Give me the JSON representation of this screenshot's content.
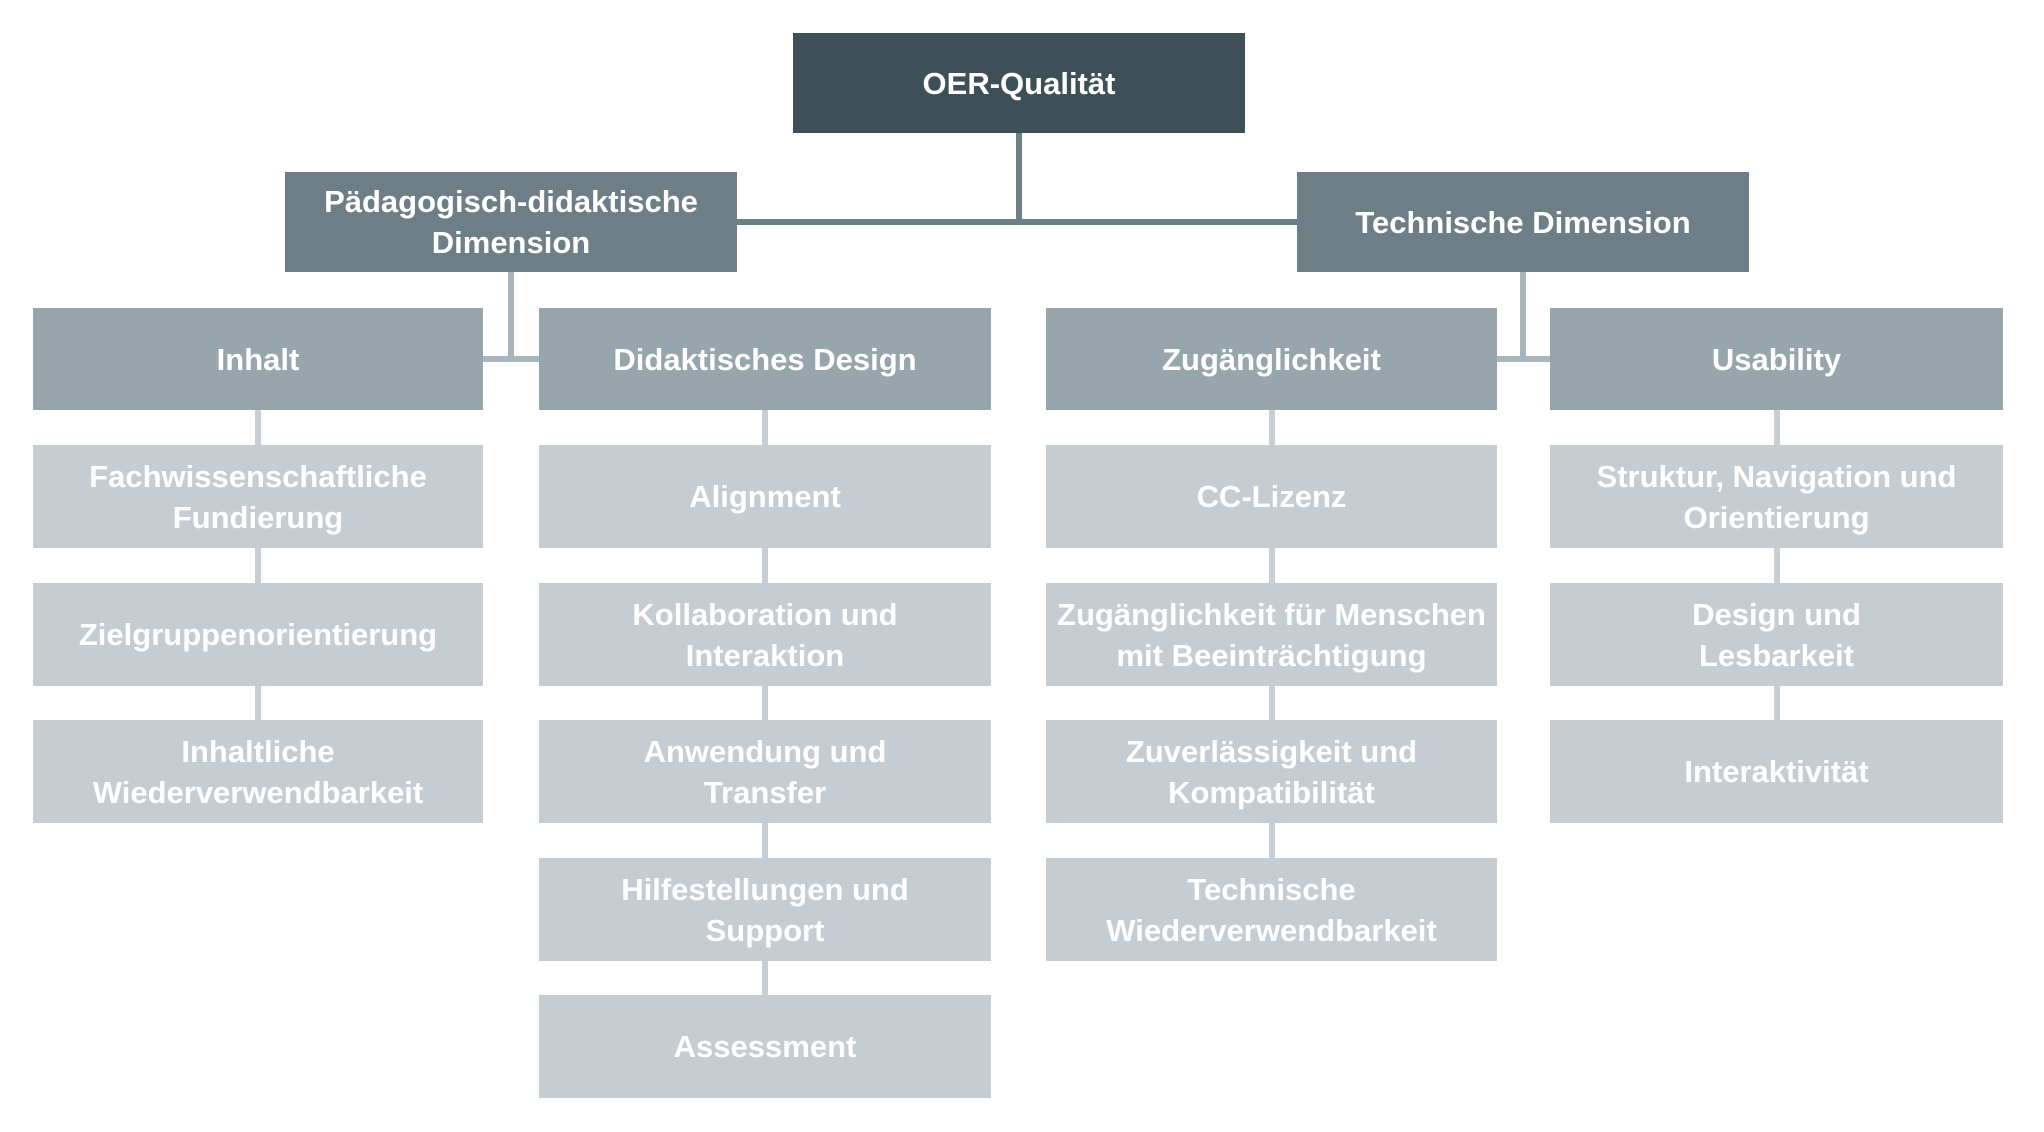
{
  "palette": {
    "background": "#FFFFFF",
    "text": "#FFFFFF",
    "level1_fill": "#3D5057",
    "level2_fill": "#6E7E86",
    "level3_fill": "#97A5AD",
    "level4_fill": "#C5CDD3",
    "connector_dark": "#6D7E86",
    "connector_mid": "#A9B5BC",
    "connector_light": "#C7CFD5"
  },
  "tree": {
    "root": {
      "label": "OER-Qualität"
    },
    "branches": [
      {
        "label": "Pädagogisch-didaktische\nDimension",
        "groups": [
          {
            "label": "Inhalt",
            "items": [
              "Fachwissenschaftliche\nFundierung",
              "Zielgruppenorientierung",
              "Inhaltliche\nWiederverwendbarkeit"
            ]
          },
          {
            "label": "Didaktisches Design",
            "items": [
              "Alignment",
              "Kollaboration und\nInteraktion",
              "Anwendung und\nTransfer",
              "Hilfestellungen und\nSupport",
              "Assessment"
            ]
          }
        ]
      },
      {
        "label": "Technische Dimension",
        "groups": [
          {
            "label": "Zugänglichkeit",
            "items": [
              "CC-Lizenz",
              "Zugänglichkeit für Menschen\nmit Beeinträchtigung",
              "Zuverlässigkeit und\nKompatibilität",
              "Technische\nWiederverwendbarkeit"
            ]
          },
          {
            "label": "Usability",
            "items": [
              "Struktur, Navigation und\nOrientierung",
              "Design und\nLesbarkeit",
              "Interaktivität"
            ]
          }
        ]
      }
    ]
  }
}
